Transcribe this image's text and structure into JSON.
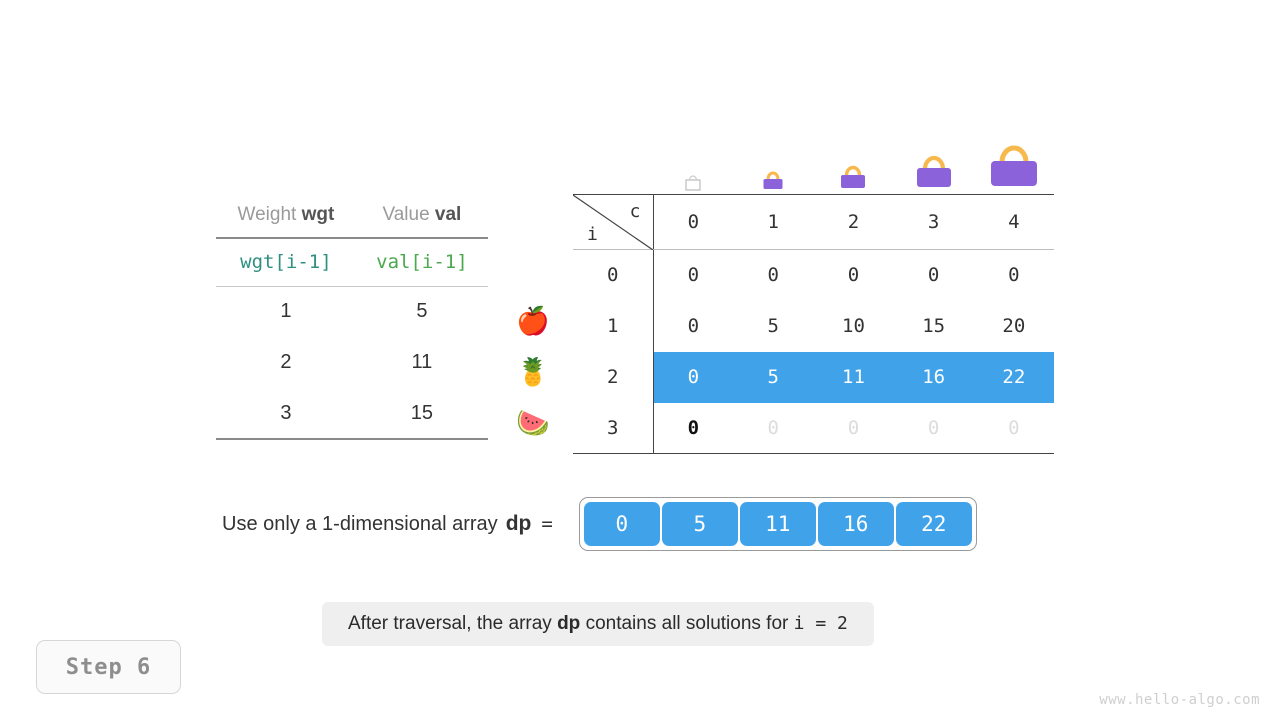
{
  "items_table": {
    "headers": [
      {
        "prefix": "Weight ",
        "code": "wgt"
      },
      {
        "prefix": "Value ",
        "code": "val"
      }
    ],
    "code_row": {
      "wgt": "wgt[i-1]",
      "val": "val[i-1]"
    },
    "rows": [
      {
        "wgt": "1",
        "val": "5",
        "fruit": "apple-icon",
        "glyph": "🍎"
      },
      {
        "wgt": "2",
        "val": "11",
        "fruit": "pineapple-icon",
        "glyph": "🍍"
      },
      {
        "wgt": "3",
        "val": "15",
        "fruit": "watermelon-icon",
        "glyph": "🍉"
      }
    ]
  },
  "dp_matrix": {
    "corner": {
      "row_label": "i",
      "col_label": "c"
    },
    "col_headers": [
      "0",
      "1",
      "2",
      "3",
      "4"
    ],
    "bag_icons": [
      "bag-icon-empty",
      "bag-icon-1",
      "bag-icon-2",
      "bag-icon-3",
      "bag-icon-4"
    ],
    "rows": [
      {
        "index": "0",
        "cells": [
          "0",
          "0",
          "0",
          "0",
          "0"
        ],
        "highlight": false,
        "faded": false
      },
      {
        "index": "1",
        "cells": [
          "0",
          "5",
          "10",
          "15",
          "20"
        ],
        "highlight": false,
        "faded": false
      },
      {
        "index": "2",
        "cells": [
          "0",
          "5",
          "11",
          "16",
          "22"
        ],
        "highlight": true,
        "faded": false
      },
      {
        "index": "3",
        "cells": [
          "0",
          "0",
          "0",
          "0",
          "0"
        ],
        "highlight": false,
        "faded": true,
        "first_bold": true
      }
    ]
  },
  "dp_array": {
    "label_text": "Use only a 1-dimensional array",
    "name": "dp",
    "equals": "=",
    "values": [
      "0",
      "5",
      "11",
      "16",
      "22"
    ]
  },
  "caption": {
    "part1": "After traversal, the array ",
    "bold": "dp",
    "part2": " contains all solutions for ",
    "mono": "i = 2"
  },
  "step_badge": {
    "label": "Step 6"
  },
  "watermark": {
    "text": "www.hello-algo.com"
  },
  "colors": {
    "highlight_blue": "#40a3ea",
    "wgt_green": "#2f8f80",
    "val_green": "#4ba84e",
    "bag_purple": "#8b62d9",
    "bag_handle": "#f7b94d",
    "caption_bg": "#efefef",
    "faded_gray": "#dcdcdc"
  }
}
